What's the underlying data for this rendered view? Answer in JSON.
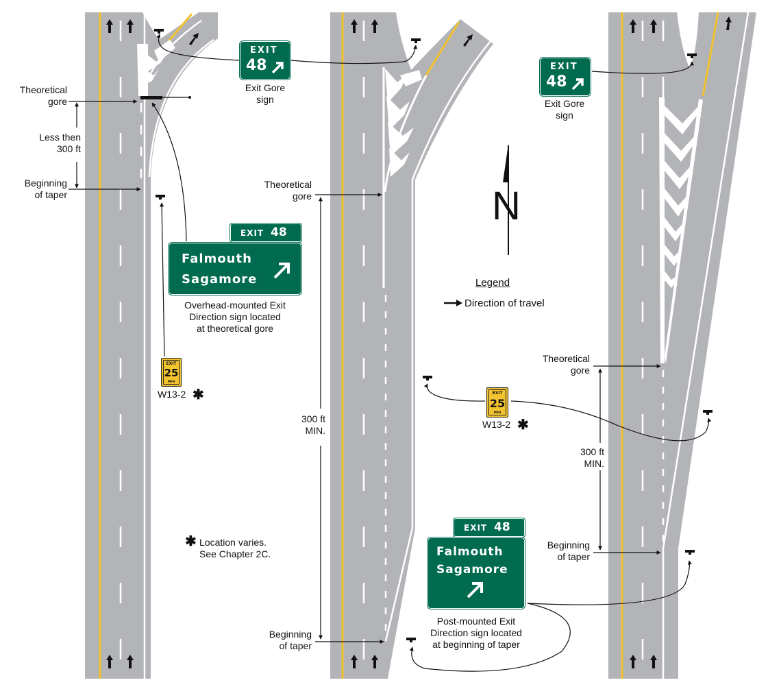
{
  "legend": {
    "title": "Legend",
    "arrow_text": "Direction of travel"
  },
  "north_label": "N",
  "panel1": {
    "theoretical_gore": [
      "Theoretical",
      "gore"
    ],
    "less_than": [
      "Less then",
      "300 ft"
    ],
    "beginning_taper": [
      "Beginning",
      "of taper"
    ],
    "gore_sign": {
      "exit": "EXIT",
      "number": "48",
      "caption": [
        "Exit Gore",
        "sign"
      ]
    },
    "tab": {
      "exit": "EXIT",
      "number": "48"
    },
    "direction_sign": {
      "line1": "Falmouth",
      "line2": "Sagamore",
      "caption": [
        "Overhead-mounted Exit",
        "Direction sign located",
        "at theoretical gore"
      ]
    },
    "warning_sign": {
      "exit": "EXIT",
      "speed": "25",
      "unit": "MPH",
      "code": "W13-2"
    }
  },
  "panel2": {
    "theoretical_gore": [
      "Theoretical",
      "gore"
    ],
    "distance": [
      "300 ft",
      "MIN."
    ],
    "beginning_taper": [
      "Beginning",
      "of taper"
    ],
    "note": [
      "Location varies.",
      "See Chapter 2C."
    ],
    "warning_sign": {
      "exit": "EXIT",
      "speed": "25",
      "unit": "MPH",
      "code": "W13-2"
    },
    "tab": {
      "exit": "EXIT",
      "number": "48"
    },
    "direction_sign": {
      "line1": "Falmouth",
      "line2": "Sagamore",
      "caption": [
        "Post-mounted Exit",
        "Direction sign located",
        "at beginning of taper"
      ]
    }
  },
  "panel3": {
    "gore_sign": {
      "exit": "EXIT",
      "number": "48",
      "caption": [
        "Exit Gore",
        "sign"
      ]
    },
    "theoretical_gore": [
      "Theoretical",
      "gore"
    ],
    "distance": [
      "300 ft",
      "MIN."
    ],
    "beginning_taper": [
      "Beginning",
      "of taper"
    ]
  },
  "colors": {
    "pavement": "#b2b4b7",
    "yellow_line": "#f2c12e",
    "white_line": "#ffffff",
    "guide_sign": "#006b4e",
    "warning_sign": "#f4c430",
    "text": "#111111"
  },
  "icons": [
    "up-arrow-icon",
    "diagonal-arrow-icon",
    "north-arrow-icon",
    "asterisk-icon",
    "sign-post-icon"
  ]
}
